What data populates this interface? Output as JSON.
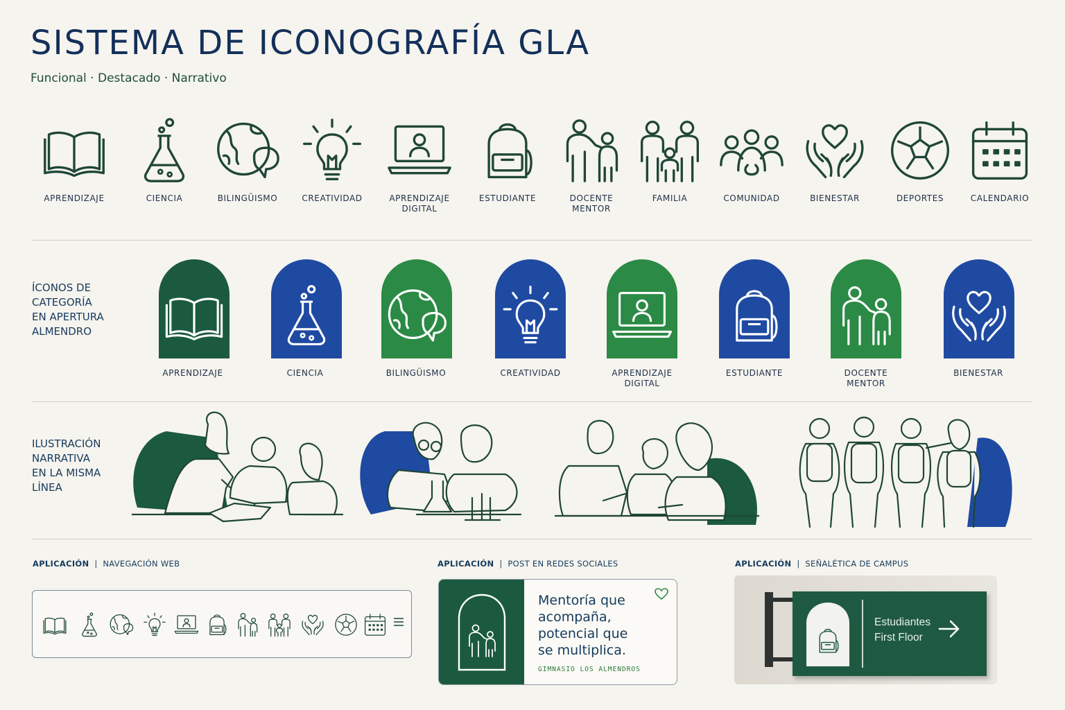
{
  "header": {
    "title": "SISTEMA DE ICONOGRAFÍA GLA",
    "subtitle": "Funcional · Destacado · Narrativo"
  },
  "functional_icons": [
    {
      "label": "APRENDIZAJE",
      "icon": "book-icon"
    },
    {
      "label": "CIENCIA",
      "icon": "flask-icon"
    },
    {
      "label": "BILINGÜISMO",
      "icon": "globe-chat-icon"
    },
    {
      "label": "CREATIVIDAD",
      "icon": "lightbulb-icon"
    },
    {
      "label": "APRENDIZAJE\nDIGITAL",
      "icon": "laptop-user-icon"
    },
    {
      "label": "ESTUDIANTE",
      "icon": "backpack-icon"
    },
    {
      "label": "DOCENTE\nMENTOR",
      "icon": "mentor-icon"
    },
    {
      "label": "FAMILIA",
      "icon": "family-icon"
    },
    {
      "label": "COMUNIDAD",
      "icon": "community-icon"
    },
    {
      "label": "BIENESTAR",
      "icon": "heart-hands-icon"
    },
    {
      "label": "DEPORTES",
      "icon": "soccer-ball-icon"
    },
    {
      "label": "CALENDARIO",
      "icon": "calendar-icon"
    }
  ],
  "category_section": {
    "label": "ÍCONOS DE\nCATEGORÍA\nEN APERTURA\nALMENDRO"
  },
  "category_icons": [
    {
      "label": "APRENDIZAJE",
      "icon": "book-icon",
      "color": "#1b5a3e"
    },
    {
      "label": "CIENCIA",
      "icon": "flask-icon",
      "color": "#1f4aa1"
    },
    {
      "label": "BILINGÜISMO",
      "icon": "globe-chat-icon",
      "color": "#2b8a45"
    },
    {
      "label": "CREATIVIDAD",
      "icon": "lightbulb-icon",
      "color": "#1f4aa1"
    },
    {
      "label": "APRENDIZAJE\nDIGITAL",
      "icon": "laptop-user-icon",
      "color": "#2b8a45"
    },
    {
      "label": "ESTUDIANTE",
      "icon": "backpack-icon",
      "color": "#1f4aa1"
    },
    {
      "label": "DOCENTE\nMENTOR",
      "icon": "mentor-icon",
      "color": "#2b8a45"
    },
    {
      "label": "BIENESTAR",
      "icon": "heart-hands-icon",
      "color": "#1f4aa1"
    }
  ],
  "narrative_section": {
    "label": "ILUSTRACIÓN\nNARRATIVA\nEN LA MISMA\nLÍNEA"
  },
  "applications": {
    "web": {
      "title": "APLICACIÓN",
      "sub": "NAVEGACIÓN WEB",
      "menu_icon": "menu-icon"
    },
    "social": {
      "title": "APLICACIÓN",
      "sub": "POST EN REDES SOCIALES",
      "text": "Mentoría que\nacompaña,\npotencial que\nse multiplica.",
      "brand": "GIMNASIO LOS ALMENDROS"
    },
    "signage": {
      "title": "APLICACIÓN",
      "sub": "SEÑALÉTICA DE CAMPUS",
      "text": "Estudiantes\nFirst Floor"
    }
  },
  "colors": {
    "navy": "#13305a",
    "green_dark": "#1b5a3e",
    "green": "#2b8a45",
    "blue": "#1f4aa1",
    "line": "#1f4637"
  }
}
